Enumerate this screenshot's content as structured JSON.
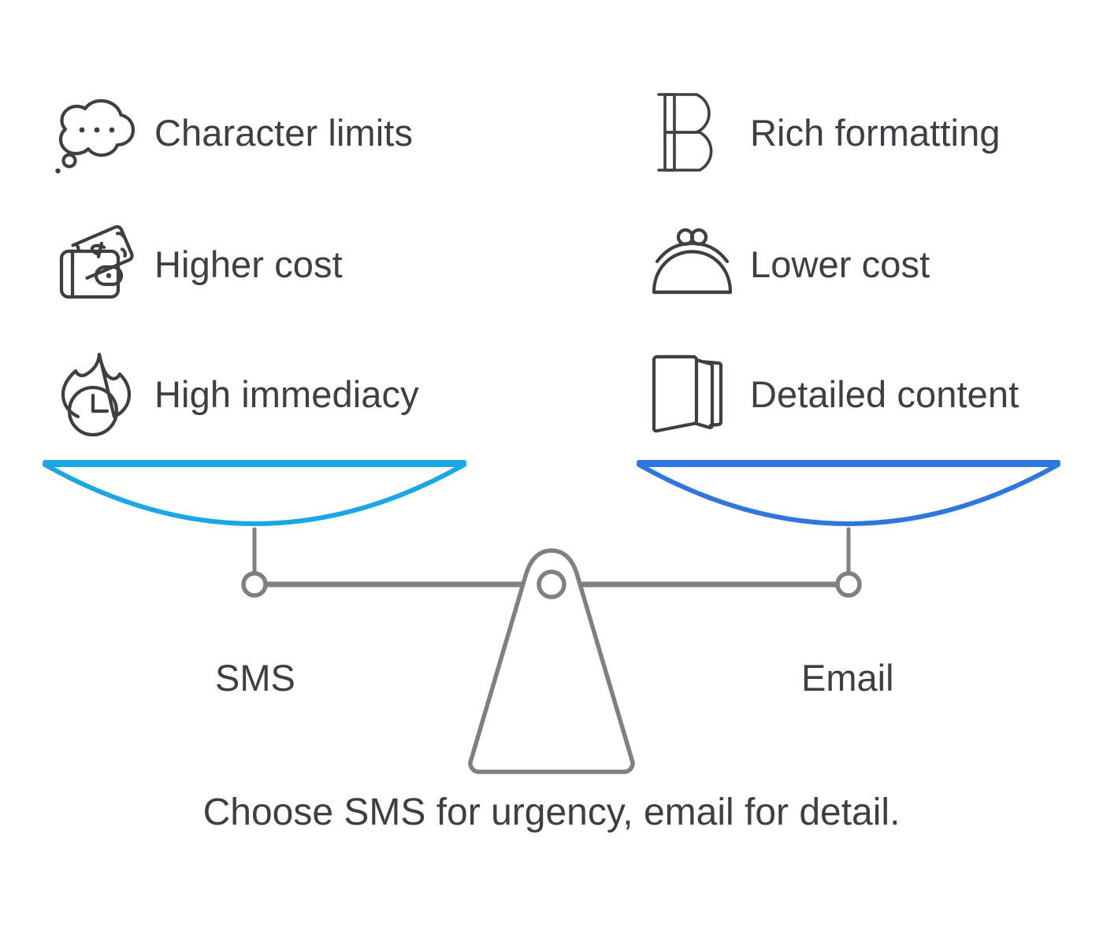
{
  "infographic": {
    "caption": "Choose SMS for urgency, email for detail.",
    "left": {
      "channel_label": "SMS",
      "pan_color": "#1aa7e8",
      "features": [
        {
          "icon": "thought-bubble-icon",
          "label": "Character limits"
        },
        {
          "icon": "wallet-cash-icon",
          "label": "Higher cost"
        },
        {
          "icon": "flame-clock-icon",
          "label": "High immediacy"
        }
      ]
    },
    "right": {
      "channel_label": "Email",
      "pan_color": "#2f77e0",
      "features": [
        {
          "icon": "bold-b-icon",
          "label": "Rich formatting"
        },
        {
          "icon": "coin-purse-icon",
          "label": "Lower cost"
        },
        {
          "icon": "open-book-icon",
          "label": "Detailed content"
        }
      ]
    },
    "colors": {
      "text": "#3c4043",
      "icon_stroke": "#3c4043",
      "frame_stroke": "#808080",
      "left_pan": "#1aa7e8",
      "right_pan": "#2f77e0",
      "background": "#ffffff"
    }
  }
}
